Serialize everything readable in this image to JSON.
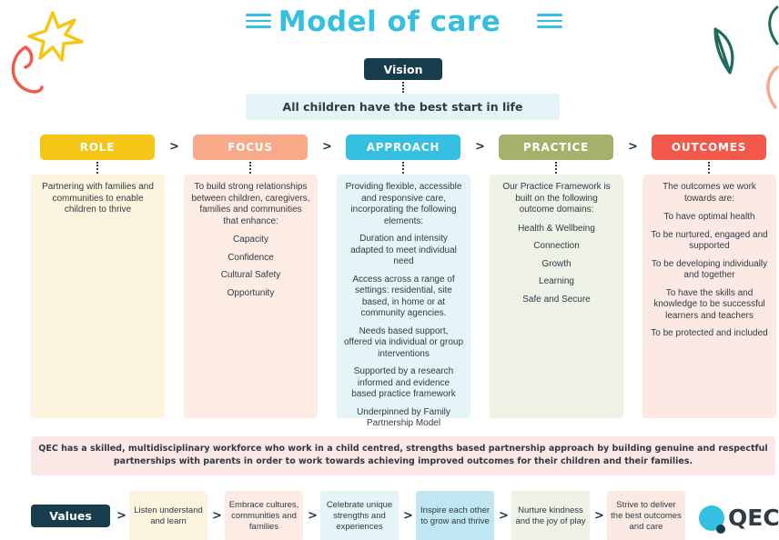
{
  "title": "Model of care",
  "vision": {
    "label": "Vision",
    "statement": "All children have the best start in life"
  },
  "columns": [
    {
      "header": "ROLE",
      "color": "#f5c518",
      "items": [
        "Partnering with families and communities to enable children to thrive"
      ]
    },
    {
      "header": "FOCUS",
      "color": "#f7a98a",
      "items": [
        "To build strong relationships between children, caregivers, families and communities that enhance:",
        "Capacity",
        "Confidence",
        "Cultural Safety",
        "Opportunity"
      ]
    },
    {
      "header": "APPROACH",
      "color": "#35c0e2",
      "items": [
        "Providing flexible, accessible and responsive care, incorporating the following elements:",
        "Duration and intensity adapted to meet individual need",
        "Access across a range of settings: residential, site based, in home or at community agencies.",
        "Needs based support, offered via individual or group interventions",
        "Supported by a research informed and evidence based practice framework",
        "Underpinned by Family Partnership Model"
      ]
    },
    {
      "header": "PRACTICE",
      "color": "#a6b06a",
      "items": [
        "Our Practice Framework is built on the following outcome domains:",
        "Health & Wellbeing",
        "Connection",
        "Growth",
        "Learning",
        "Safe and Secure"
      ]
    },
    {
      "header": "OUTCOMES",
      "color": "#f2594b",
      "items": [
        "The outcomes we work towards are:",
        "To have optimal health",
        "To be nurtured, engaged and supported",
        "To be developing individually and together",
        "To have the skills and knowledge to be successful learners and teachers",
        "To be protected and included"
      ]
    }
  ],
  "workforce": "QEC has a skilled, multidisciplinary workforce who work in a child centred, strengths based partnership approach by building genuine and respectful partnerships with parents in order to work towards achieving improved outcomes for their children and their families.",
  "values": {
    "label": "Values",
    "items": [
      {
        "text": "Listen understand and learn",
        "color": "#fdf4e0"
      },
      {
        "text": "Embrace cultures, communities and families",
        "color": "#fdece4"
      },
      {
        "text": "Celebrate unique strengths and experiences",
        "color": "#e5f4f6"
      },
      {
        "text": "Inspire each other to grow and thrive",
        "color": "#bfe6f1"
      },
      {
        "text": "Nurture kindness and the joy of play",
        "color": "#eef1e6"
      },
      {
        "text": "Strive to deliver the best outcomes and care",
        "color": "#fde9e4"
      }
    ]
  },
  "arrow_glyph": ">",
  "logo": {
    "text": "QEC",
    "dot_color": "#35c0e2"
  },
  "decorations": {
    "star_color": "#f5c518",
    "swirl_color": "#f2594b",
    "leaf_color": "#1f6b5c",
    "leaf2_color": "#f7a98a"
  }
}
